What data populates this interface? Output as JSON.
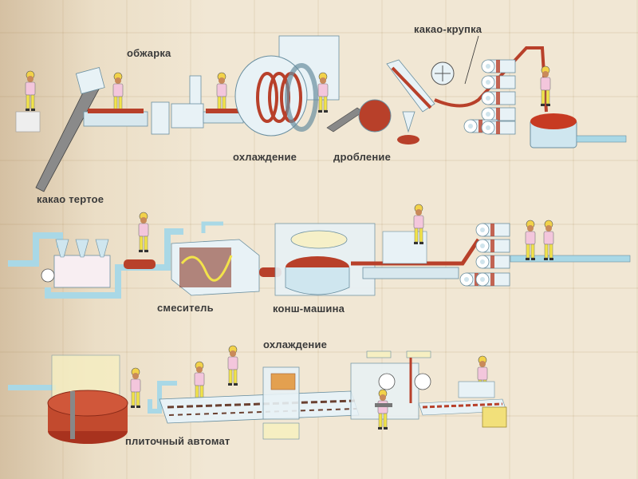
{
  "labels": {
    "roasting": "обжарка",
    "cooling_1": "охлаждение",
    "crushing": "дробление",
    "cocoa_nibs": "какао-крупка",
    "cocoa_liquor": "какао тертое",
    "mixer": "смеситель",
    "conche": "конш-машина",
    "cooling_2": "охлаждение",
    "tablet_machine": "плиточный автомат"
  },
  "colors": {
    "pipe": "#a9d8e6",
    "machine": "#e8f2f6",
    "cocoa": "#b8402a",
    "worker_shirt": "#f3c6dc",
    "worker_pants": "#f2e34a"
  }
}
